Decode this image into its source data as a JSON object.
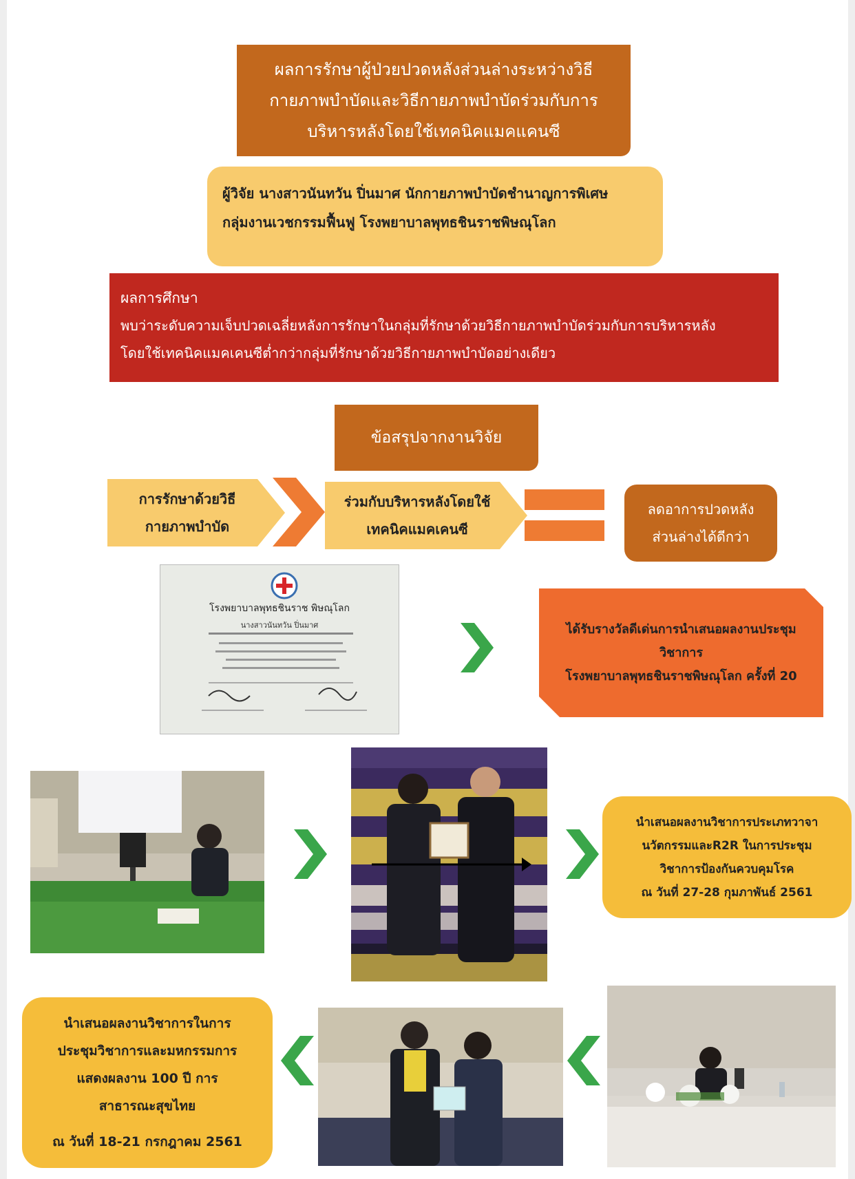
{
  "title": {
    "lines": [
      "ผลการรักษาผู้ป่วยปวดหลังส่วนล่างระหว่างวิธี",
      "กายภาพบำบัดและวิธีกายภาพบำบัดร่วมกับการ",
      "บริหารหลังโดยใช้เทคนิคแมคแคนซี"
    ]
  },
  "researcher": {
    "lines": [
      "ผู้วิจัย นางสาวนันทวัน ปิ่นมาศ นักกายภาพบำบัดชำนาญการพิเศษ",
      "กลุ่มงานเวชกรรมฟื้นฟู โรงพยาบาลพุทธชินราชพิษณุโลก"
    ]
  },
  "results": {
    "heading": "ผลการศึกษา",
    "lines": [
      "พบว่าระดับความเจ็บปวดเฉลี่ยหลังการรักษาในกลุ่มที่รักษาด้วยวิธีกายภาพบำบัดร่วมกับการบริหารหลัง",
      "โดยใช้เทคนิคแมคเคนซีต่ำกว่ากลุ่มที่รักษาด้วยวิธีกายภาพบำบัดอย่างเดียว"
    ]
  },
  "conclusion": {
    "heading": "ข้อสรุปจากงานวิจัย"
  },
  "flow": {
    "step1": [
      "การรักษาด้วยวิธี",
      "กายภาพบำบัด"
    ],
    "step2": [
      "ร่วมกับบริหารหลังโดยใช้",
      "เทคนิคแมคเคนซี"
    ],
    "result": [
      "ลดอาการปวดหลัง",
      "ส่วนล่างได้ดีกว่า"
    ]
  },
  "certificate": {
    "hospital": "โรงพยาบาลพุทธชินราช พิษณุโลก",
    "recipient": "นางสาวนันทวัน ปิ่นมาศ"
  },
  "award": {
    "lines": [
      "ได้รับรางวัลดีเด่นการนำเสนอผลงานประชุม",
      "วิชาการ",
      "โรงพยาบาลพุทธชินราชพิษณุโลก ครั้งที่ 20"
    ]
  },
  "presentation1": {
    "lines": [
      "นำเสนอผลงานวิชาการประเภทวาจา",
      "นวัตกรรมและR2R ในการประชุม",
      "วิชาการป้องกันควบคุมโรค",
      "ณ วันที่ 27-28 กุมภาพันธ์ 2561"
    ]
  },
  "presentation2": {
    "lines": [
      "นำเสนอผลงานวิชาการในการ",
      "ประชุมวิชาการและมหกรรมการ",
      "แสดงผลงาน 100 ปี การ",
      "สาธารณะสุขไทย"
    ],
    "date": "ณ วันที่ 18-21 กรกฎาคม 2561"
  },
  "colors": {
    "brown": "#c2681d",
    "light_orange": "#f8cb6d",
    "red": "#c0281f",
    "orange": "#ee7b33",
    "yellow": "#f5bd3a",
    "green": "#3aa64a"
  }
}
